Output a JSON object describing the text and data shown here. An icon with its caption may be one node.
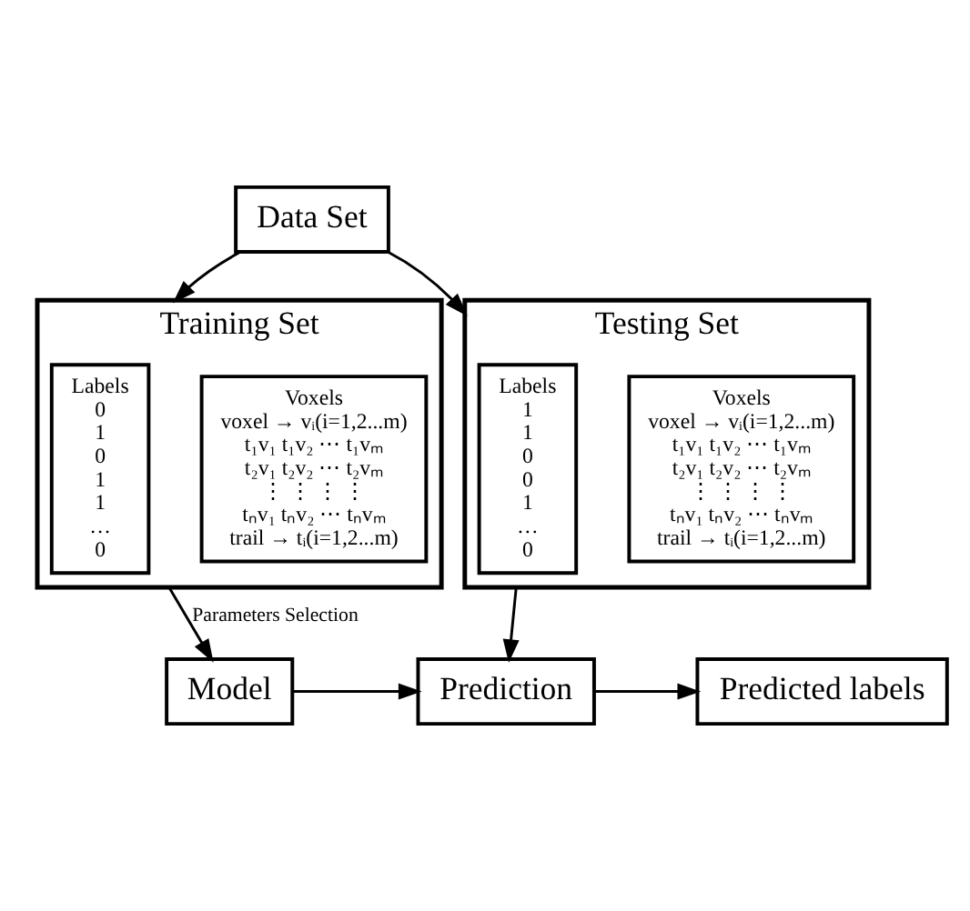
{
  "diagram": {
    "nodes": [
      {
        "text": [
          "Data Set"
        ]
      },
      {
        "text": [
          "Training Set"
        ]
      },
      {
        "text": [
          "Voxels",
          "voxel → vᵢ(i=1,2...m)",
          "t₁v₁ t₁v₂ ⋯ t₁vₘ",
          "t₂v₁ t₂v₂ ⋯ t₂vₘ",
          "⋮ ⋮ ⋮ ⋮",
          "tₙv₁ tₙv₂ ⋯ tₙvₘ",
          "trail → tᵢ(i=1,2...m)"
        ],
        "in": 1
      },
      {
        "text": [
          "Labels",
          "0",
          "1",
          "0",
          "1",
          "1",
          "…",
          "0"
        ],
        "in": 1
      },
      {
        "text": [
          "Testing Set"
        ]
      },
      {
        "text": [
          "Voxels",
          "voxel → vᵢ(i=1,2...m)",
          "t₁v₁ t₁v₂ ⋯ t₁vₘ",
          "t₂v₁ t₂v₂ ⋯ t₂vₘ",
          "⋮ ⋮ ⋮ ⋮",
          "tₙv₁ tₙv₂ ⋯ tₙvₘ",
          "trail → tᵢ(i=1,2...m)"
        ],
        "in": 4
      },
      {
        "text": [
          "Labels",
          "1",
          "1",
          "0",
          "0",
          "1",
          "…",
          "0"
        ],
        "in": 4
      },
      {
        "text": [
          "Model"
        ]
      },
      {
        "text": [
          "Prediction"
        ]
      },
      {
        "text": [
          "Predicted labels"
        ]
      }
    ],
    "edges": [
      {
        "from": 0,
        "to": 1,
        "arrow": "to"
      },
      {
        "from": 0,
        "to": 4,
        "arrow": "to"
      },
      {
        "from": 1,
        "to": 7,
        "arrow": "to",
        "label": "Parameters Selection"
      },
      {
        "from": 4,
        "to": 8,
        "arrow": "to"
      },
      {
        "from": 7,
        "to": 8,
        "arrow": "to"
      },
      {
        "from": 8,
        "to": 9,
        "arrow": "to"
      }
    ]
  }
}
